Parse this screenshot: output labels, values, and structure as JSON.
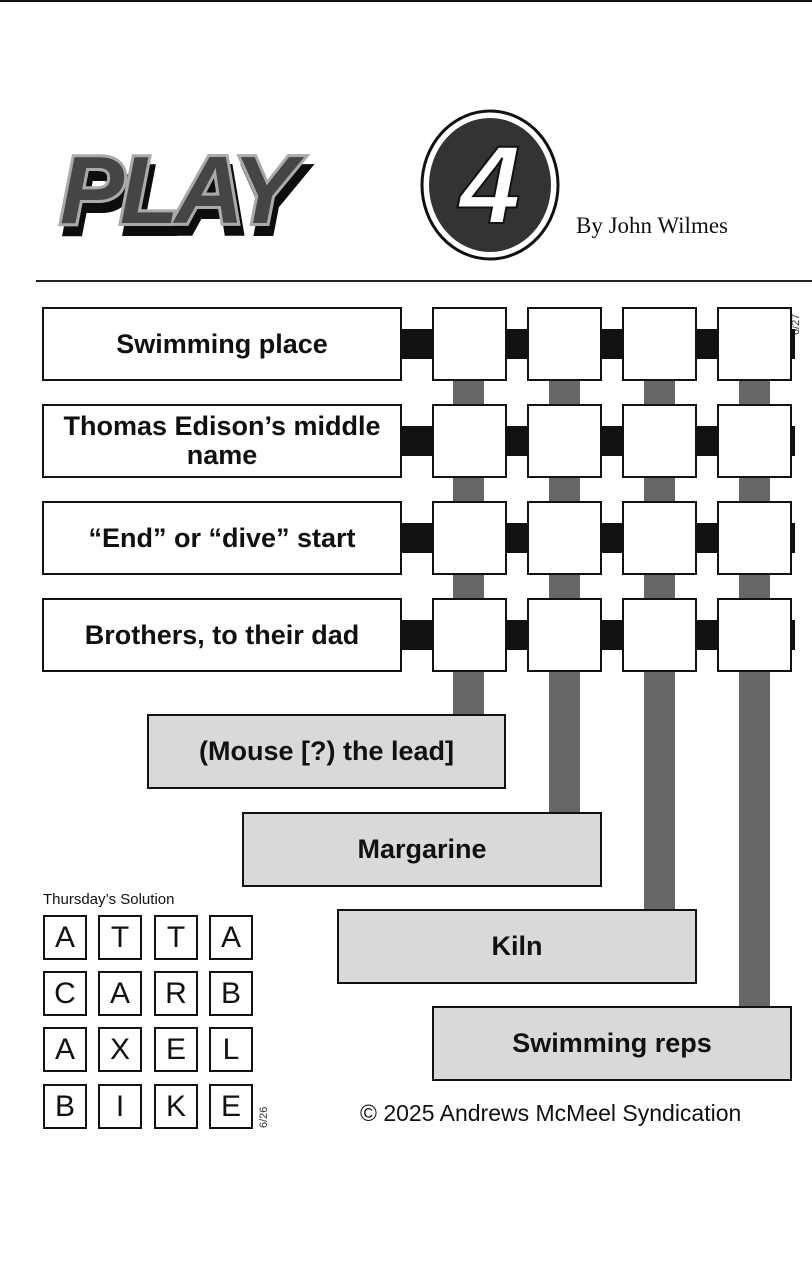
{
  "logo": {
    "text": "PLAY",
    "number": "4"
  },
  "byline": "By John Wilmes",
  "date_code": "6/27",
  "across_clues": [
    "Swimming place",
    "Thomas Edison’s middle name",
    "“End” or “dive” start",
    "Brothers, to their dad"
  ],
  "down_clues": [
    "(Mouse [?) the lead]",
    "Margarine",
    "Kiln",
    "Swimming reps"
  ],
  "solution": {
    "title": "Thursday’s Solution",
    "date_code": "6/26",
    "rows": [
      [
        "A",
        "T",
        "T",
        "A"
      ],
      [
        "C",
        "A",
        "R",
        "B"
      ],
      [
        "A",
        "X",
        "E",
        "L"
      ],
      [
        "B",
        "I",
        "K",
        "E"
      ]
    ]
  },
  "copyright": "© 2025 Andrews McMeel Syndication"
}
